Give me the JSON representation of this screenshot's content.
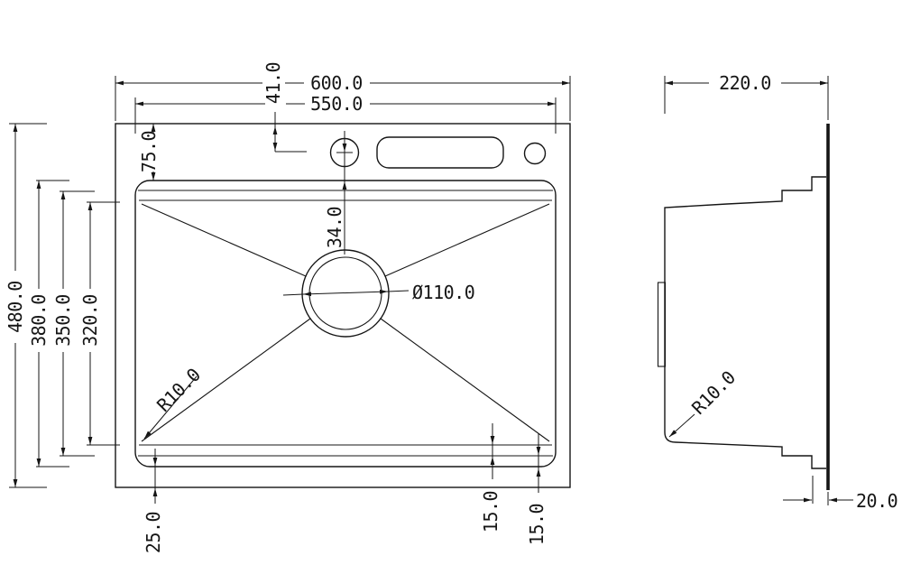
{
  "drawing": {
    "top_view": {
      "overall_width": "600.0",
      "rim_width": "550.0",
      "faucet_offset": "41.0",
      "top_margin": "75.0",
      "faucet_to_rim": "34.0",
      "overall_depth": "480.0",
      "rim_depth": "380.0",
      "mid_depth": "350.0",
      "basin_depth": "320.0",
      "drain_diameter": "Ø110.0",
      "corner_radius": "R10.0",
      "bottom_margin": "25.0",
      "step_inner": "15.0",
      "step_outer": "15.0"
    },
    "side_view": {
      "depth": "220.0",
      "corner_radius": "R10.0",
      "flange_width": "20.0"
    },
    "line_color": "#151515",
    "background_color": "#ffffff"
  }
}
